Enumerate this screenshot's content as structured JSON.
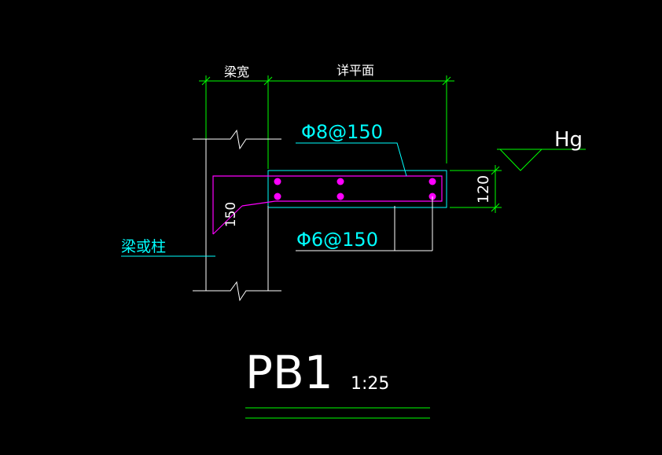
{
  "drawing": {
    "dim_beam_width": "梁宽",
    "dim_detail_plan": "详平面",
    "top_rebar": "Φ8@150",
    "bottom_rebar": "Φ6@150",
    "anchor_length": "150",
    "thickness": "120",
    "elevation_label": "Hg",
    "support_label": "梁或柱",
    "title": "PB1",
    "scale": "1:25"
  },
  "colors": {
    "background": "#000000",
    "dimension": "#00ff00",
    "outline": "#ffffff",
    "concrete": "#00ffff",
    "rebar": "#ff00ff",
    "annotation": "#00ffff",
    "title_line": "#00ff00"
  }
}
